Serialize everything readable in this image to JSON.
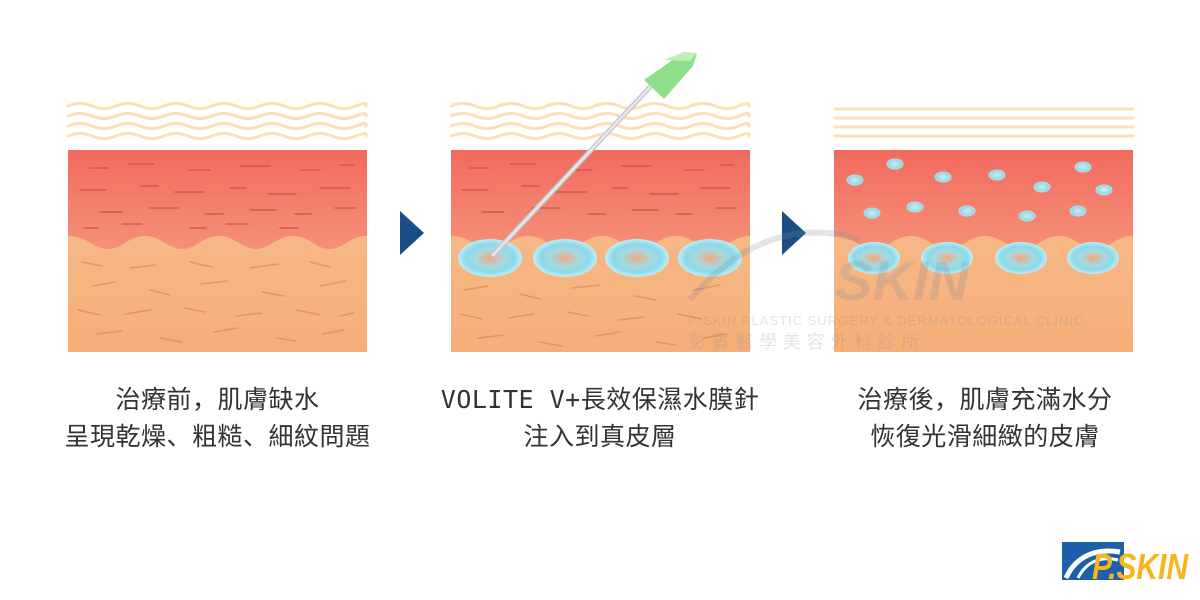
{
  "panels": [
    {
      "caption_lines": [
        "治療前，肌膚缺水",
        "呈現乾燥、粗糙、細紋問題"
      ]
    },
    {
      "caption_lines": [
        "VOLITE V+長效保濕水膜針",
        "注入到真皮層"
      ]
    },
    {
      "caption_lines": [
        "治療後，肌膚充滿水分",
        "恢復光滑細緻的皮膚"
      ]
    }
  ],
  "watermark": {
    "line1": "P-SKIN PLASTIC SURGERY & DERMATOLOGICAL CLINIC",
    "line2": "彭 賓 醫 學 美 容 外 科 診 所"
  },
  "logo": {
    "text": "P.SKIN"
  },
  "colors": {
    "epidermis_line": "#fbe3bd",
    "dermis": "#f27566",
    "subcutis": "#f8b98a",
    "arrow": "#1b4d86",
    "droplet": "#7fd6e6",
    "needle_tip": "#8fe08a",
    "logo_blue": "#1d5fa8",
    "logo_yellow": "#f5b61b"
  }
}
